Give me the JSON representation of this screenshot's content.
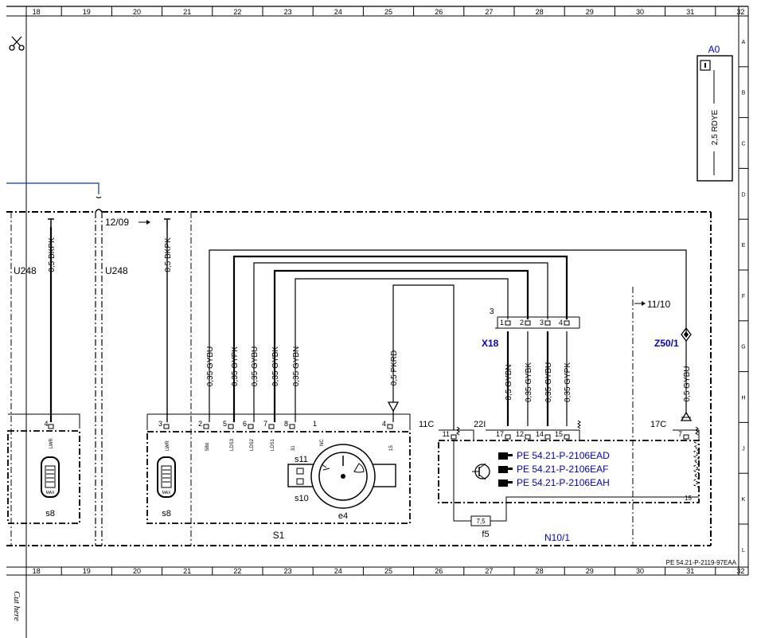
{
  "sheet": {
    "columns_top": [
      "18",
      "19",
      "20",
      "21",
      "22",
      "23",
      "24",
      "25",
      "26",
      "27",
      "28",
      "29",
      "30",
      "31",
      "32"
    ],
    "columns_bottom": [
      "18",
      "19",
      "20",
      "21",
      "22",
      "23",
      "24",
      "25",
      "26",
      "27",
      "28",
      "29",
      "30",
      "31",
      "32"
    ],
    "rows": [
      "A",
      "B",
      "C",
      "D",
      "E",
      "F",
      "G",
      "H",
      "J",
      "K",
      "L"
    ],
    "document_id": "PE 54.21-P-2119-97EAA",
    "cut_label": "Cut here"
  },
  "info_box": {
    "title": "A0",
    "wire": "2,5 RDYE"
  },
  "cross_refs": {
    "left": "12/09",
    "right": "11/10"
  },
  "units": {
    "u248_left": "U248",
    "u248_right": "U248"
  },
  "wires": {
    "w_bkpk_1": "0,5 BKPK",
    "w_bkpk_2": "0,5 BKPK",
    "w_gybu_1": "0,35 GYBU",
    "w_gypk_1": "0,35 GYPK",
    "w_gybu_2": "0,35 GYBU",
    "w_gybk_1": "0,35 GYBK",
    "w_gybn_1": "0,35 GYBN",
    "w_pkrd": "0,5 PKRD",
    "w_gybn_2": "0,5 GYBN",
    "w_gybk_2": "0,35 GYBK",
    "w_gybu_3": "0,35 GYBU",
    "w_gypk_2": "0,35 GYPK",
    "w_gybu_4": "0,5 GYBU"
  },
  "connectors": {
    "x18": "X18",
    "x18_pin_group": "3",
    "x18_pins": [
      "1",
      "2",
      "3",
      "4"
    ],
    "z50": "Z50/1",
    "c11": "11C",
    "c22": "22I",
    "c17": "17C"
  },
  "components": {
    "s8_left": "s8",
    "s8_right": "s8",
    "s1": "S1",
    "s10": "s10",
    "s11": "s11",
    "e4": "e4",
    "f5": "f5",
    "f5_value": "7,5",
    "n10": "N10/1",
    "lwr_left": "LWR",
    "lwr_right": "LWR",
    "max_left": "MAX",
    "max_right": "MAX"
  },
  "pins": {
    "s8_left_pin": "4",
    "s1_pins": [
      "3",
      "2",
      "5",
      "6",
      "7",
      "8",
      "1",
      "4"
    ],
    "s1_labels": [
      "LWR",
      "58d",
      "LDS3",
      "LDS2",
      "LDS1",
      "31",
      "NC",
      "15"
    ],
    "n10_pins": [
      "11",
      "17",
      "12",
      "14",
      "15",
      "7",
      "15"
    ]
  },
  "references": [
    "PE 54.21-P-2106EAD",
    "PE 54.21-P-2106EAF",
    "PE 54.21-P-2106EAH"
  ]
}
